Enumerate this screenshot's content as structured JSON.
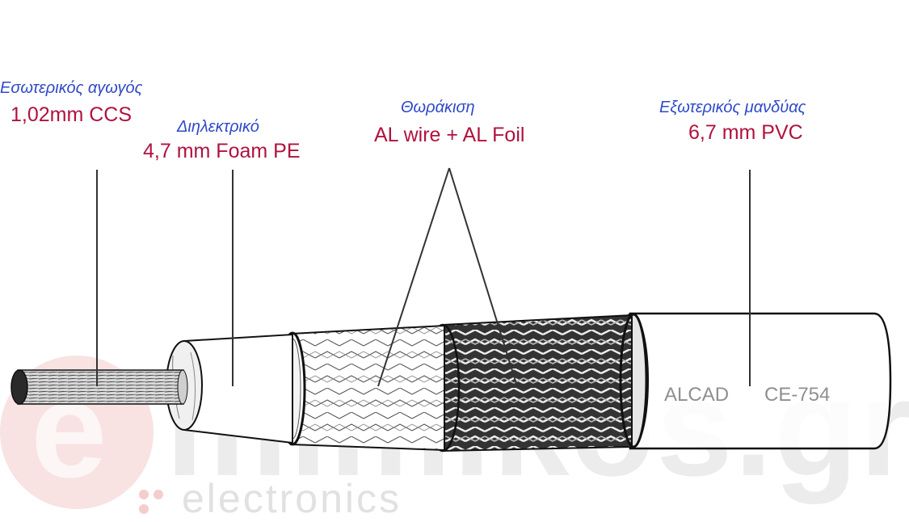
{
  "labels": {
    "inner_conductor": {
      "name": "Εσωτερικός αγωγός",
      "spec": "1,02mm CCS"
    },
    "dielectric": {
      "name": "Διηλεκτρικό",
      "spec": "4,7 mm Foam PE"
    },
    "shielding": {
      "name": "Θωράκιση",
      "spec": "AL wire + AL Foil"
    },
    "outer_jacket": {
      "name": "Εξωτερικός μανδύας",
      "spec": "6,7 mm PVC"
    }
  },
  "cable_marking": {
    "brand": "ALCAD",
    "model": "CE-754"
  },
  "watermark": {
    "logo_letter": "e",
    "site": "mimikos.gr",
    "tagline": "electronics"
  },
  "colors": {
    "label_name": "#2f49c8",
    "label_spec": "#b0123f",
    "watermark": "#e07070",
    "outline": "#111111"
  }
}
